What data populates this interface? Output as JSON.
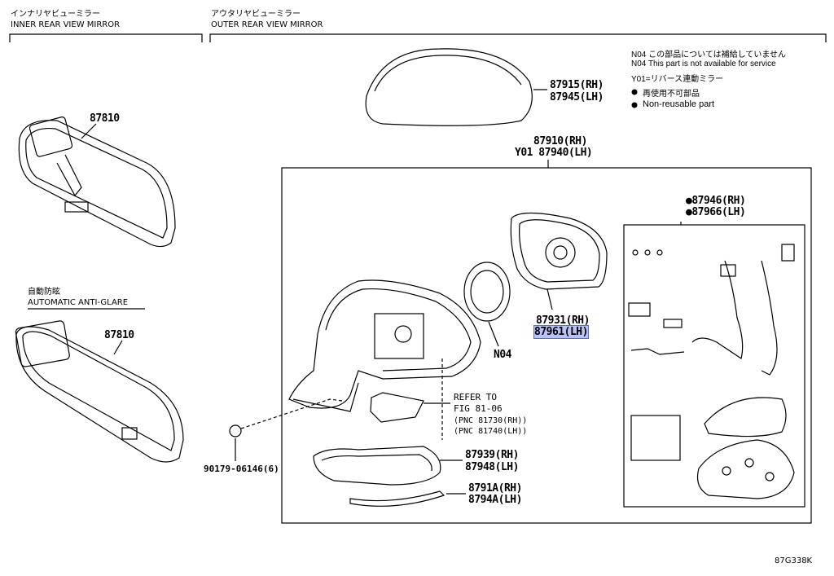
{
  "headers": {
    "inner_jp": "インナリヤビューミラー",
    "inner_en": "INNER REAR VIEW MIRROR",
    "outer_jp": "アウタリヤビューミラー",
    "outer_en": "OUTER REAR VIEW MIRROR",
    "auto_jp": "自動防眩",
    "auto_en": "AUTOMATIC ANTI-GLARE"
  },
  "legend": {
    "n04_jp": "N04 この部品については補給していません",
    "n04_en": "N04 This part is not available for service",
    "y01_jp": "Y01=リバース連動ミラー",
    "nonreuse_jp": "再使用不可部品",
    "nonreuse_en": "Non-reusable part"
  },
  "parts": {
    "inner_mirror": "87810",
    "inner_mirror_auto": "87810",
    "cover_rh": "87915(RH)",
    "cover_lh": "87945(LH)",
    "assy_rh": "87910(RH)",
    "assy_lh": "Y01 87940(LH)",
    "glass_rh": "87931(RH)",
    "glass_lh": "87961(LH)",
    "n04": "N04",
    "harness_rh": "●87946(RH)",
    "harness_lh": "●87966(LH)",
    "refer1": "REFER TO",
    "refer2": "FIG 81-06",
    "pnc1": "(PNC 81730(RH))",
    "pnc2": "(PNC 81740(LH))",
    "signal_rh": "87939(RH)",
    "signal_lh": "87948(LH)",
    "garnish_rh": "8791A(RH)",
    "garnish_lh": "8794A(LH)",
    "clip": "90179-06146(6)"
  },
  "figure_code": "87G338K"
}
